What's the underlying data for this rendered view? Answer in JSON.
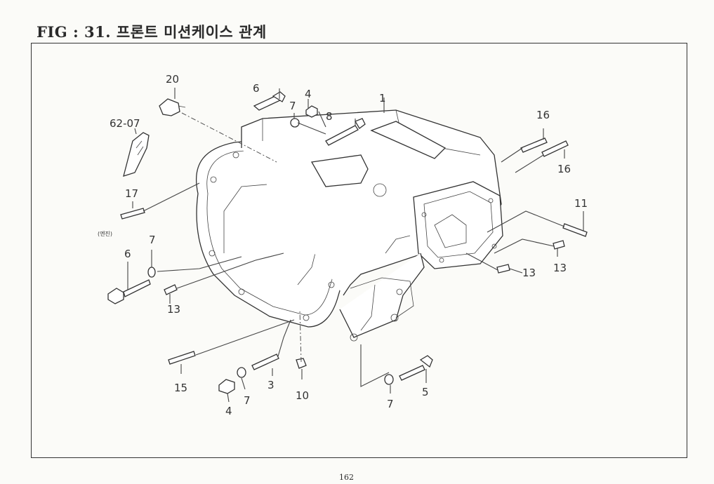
{
  "figure": {
    "title": "FIG : 31. 프론트 미션케이스 관계",
    "page_number": "162"
  },
  "callouts": {
    "c1": "1",
    "c3": "3",
    "c4a": "4",
    "c4b": "4",
    "c5": "5",
    "c6a": "6",
    "c6b": "6",
    "c7a": "7",
    "c7b": "7",
    "c7c": "7",
    "c7d": "7",
    "c8": "8",
    "c10": "10",
    "c11": "11",
    "c13a": "13",
    "c13b": "13",
    "c13c": "13",
    "c15": "15",
    "c16a": "16",
    "c16b": "16",
    "c17": "17",
    "c20": "20",
    "c6207": "62-07",
    "engine_note": "(엔진)"
  }
}
